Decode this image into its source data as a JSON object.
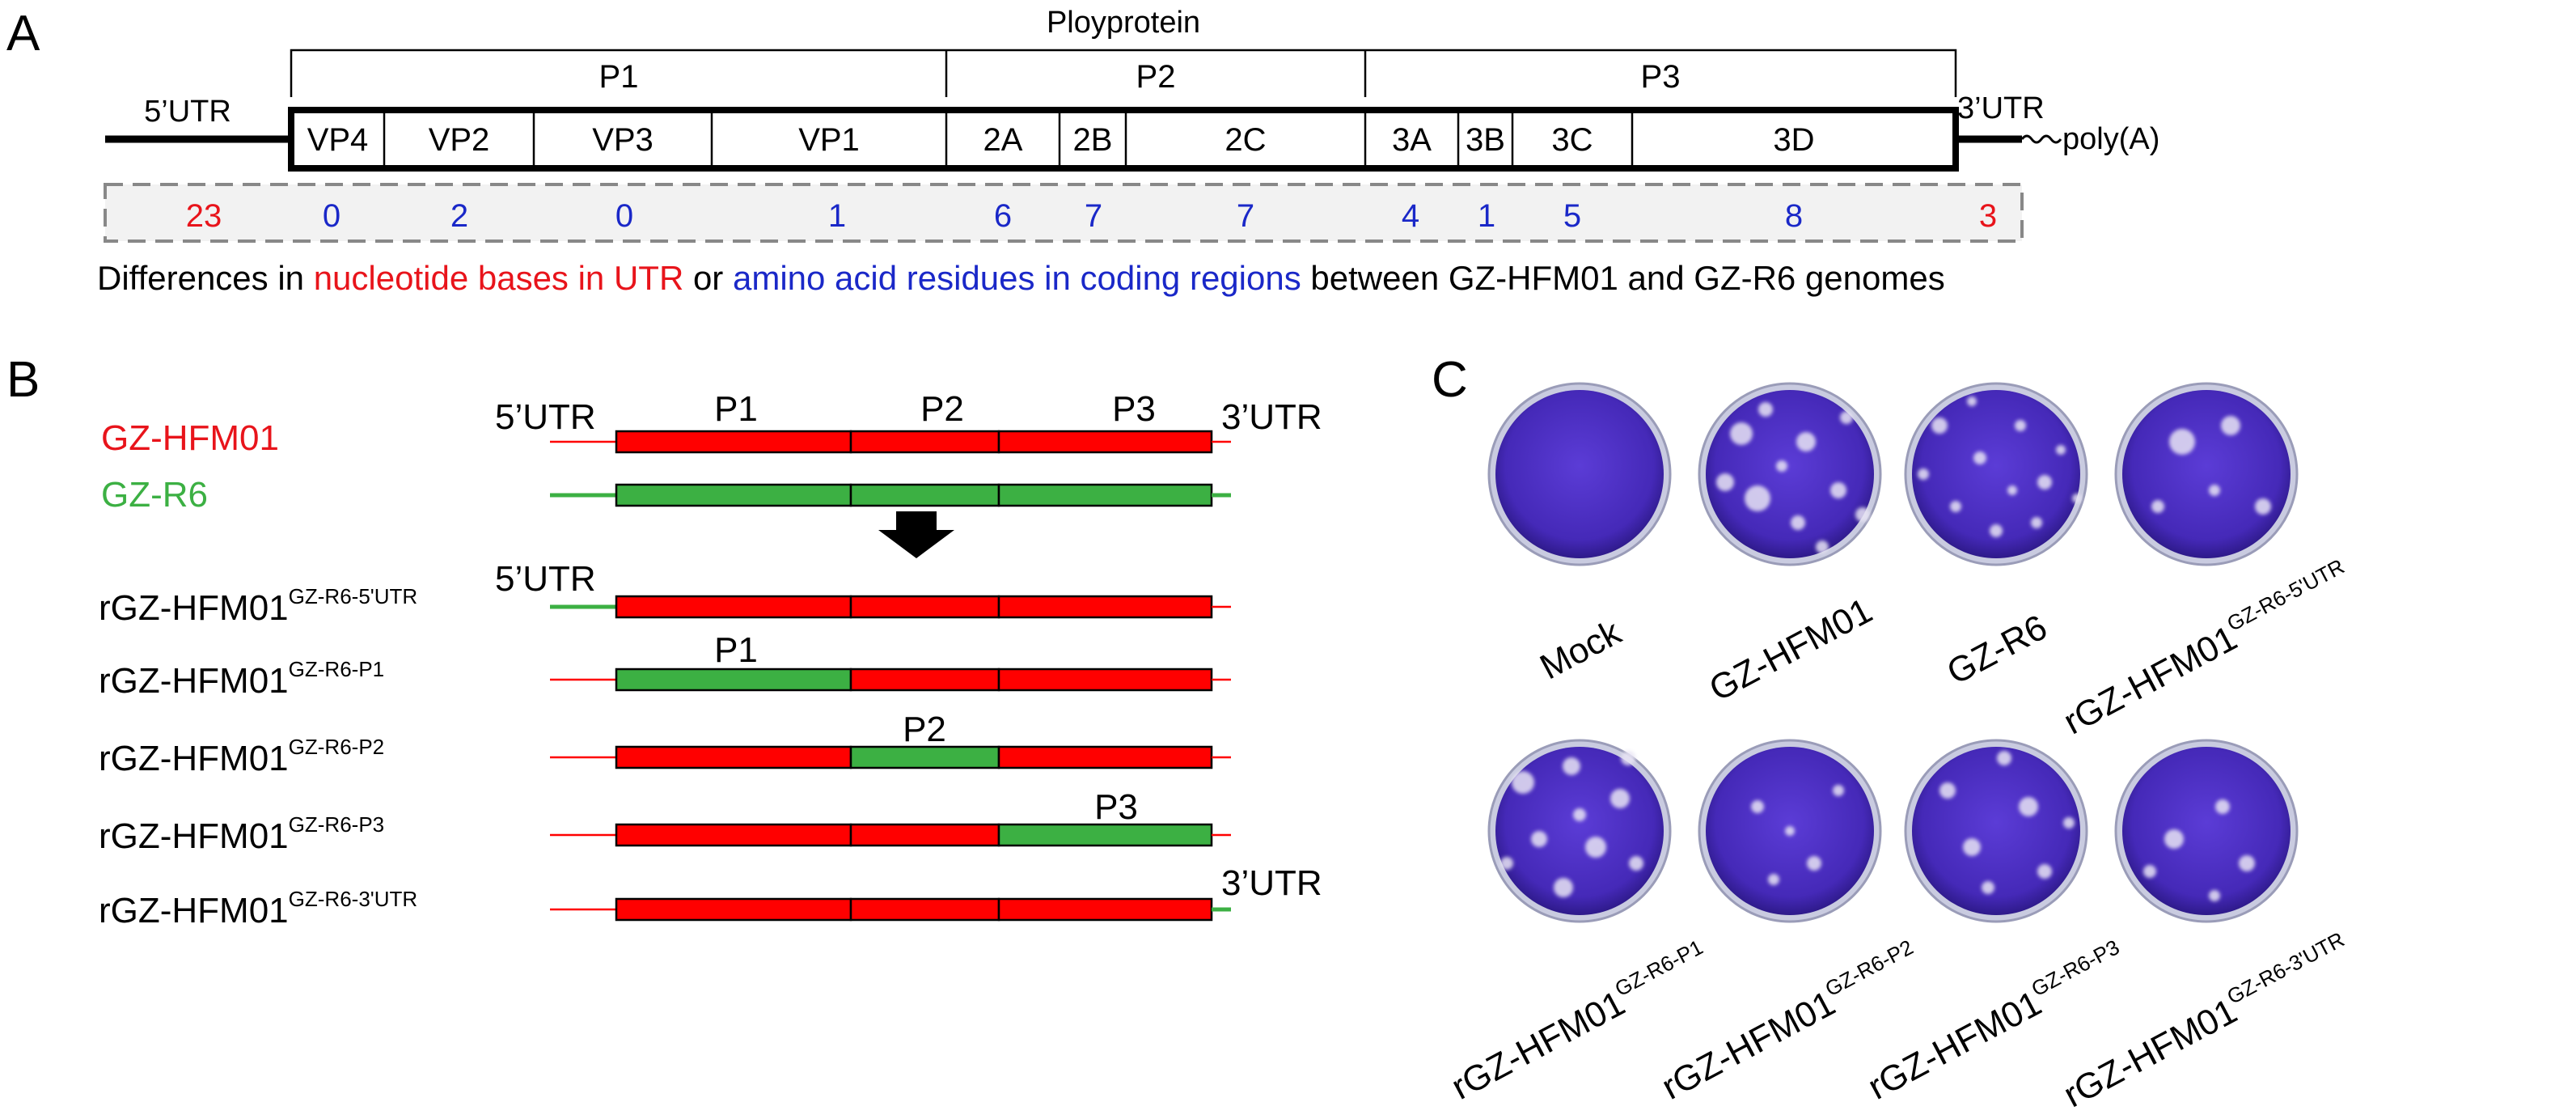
{
  "panel_a": {
    "letter": "A",
    "polyprotein_label": "Ployprotein",
    "utr5_label": "5’UTR",
    "utr3_label": "3’UTR",
    "polya_label": "poly(A)",
    "regions": [
      {
        "label": "P1"
      },
      {
        "label": "P2"
      },
      {
        "label": "P3"
      }
    ],
    "genes": [
      {
        "label": "VP4"
      },
      {
        "label": "VP2"
      },
      {
        "label": "VP3"
      },
      {
        "label": "VP1"
      },
      {
        "label": "2A"
      },
      {
        "label": "2B"
      },
      {
        "label": "2C"
      },
      {
        "label": "3A"
      },
      {
        "label": "3B"
      },
      {
        "label": "3C"
      },
      {
        "label": "3D"
      }
    ],
    "differences": [
      {
        "value": "23",
        "kind": "utr"
      },
      {
        "value": "0",
        "kind": "aa"
      },
      {
        "value": "2",
        "kind": "aa"
      },
      {
        "value": "0",
        "kind": "aa"
      },
      {
        "value": "1",
        "kind": "aa"
      },
      {
        "value": "6",
        "kind": "aa"
      },
      {
        "value": "7",
        "kind": "aa"
      },
      {
        "value": "7",
        "kind": "aa"
      },
      {
        "value": "4",
        "kind": "aa"
      },
      {
        "value": "1",
        "kind": "aa"
      },
      {
        "value": "5",
        "kind": "aa"
      },
      {
        "value": "8",
        "kind": "aa"
      },
      {
        "value": "3",
        "kind": "utr"
      }
    ],
    "caption": {
      "part1": "Differences in ",
      "part2": "nucleotide bases in UTR",
      "part3": " or ",
      "part4": "amino acid residues in coding regions",
      "part5": " between GZ-HFM01 and GZ-R6 genomes"
    }
  },
  "panel_b": {
    "letter": "B",
    "parent_names": {
      "hfm01": "GZ-HFM01",
      "r6": "GZ-R6"
    },
    "header_labels": {
      "utr5": "5’UTR",
      "p1": "P1",
      "p2": "P2",
      "p3": "P3",
      "utr3": "3’UTR"
    },
    "recombinant_base": "rGZ-HFM01",
    "recombinants": [
      {
        "sup": "GZ-R6-5'UTR",
        "swap": "utr5",
        "swap_label": "5’UTR"
      },
      {
        "sup": "GZ-R6-P1",
        "swap": "p1",
        "swap_label": "P1"
      },
      {
        "sup": "GZ-R6-P2",
        "swap": "p2",
        "swap_label": "P2"
      },
      {
        "sup": "GZ-R6-P3",
        "swap": "p3",
        "swap_label": "P3"
      },
      {
        "sup": "GZ-R6-3'UTR",
        "swap": "utr3",
        "swap_label": "3’UTR"
      }
    ]
  },
  "panel_c": {
    "letter": "C",
    "top_plates": [
      {
        "name": "Mock",
        "sup": ""
      },
      {
        "name": "GZ-HFM01",
        "sup": ""
      },
      {
        "name": "GZ-R6",
        "sup": ""
      },
      {
        "name": "rGZ-HFM01",
        "sup": "GZ-R6-5'UTR"
      }
    ],
    "bottom_plates": [
      {
        "name": "rGZ-HFM01",
        "sup": "GZ-R6-P1"
      },
      {
        "name": "rGZ-HFM01",
        "sup": "GZ-R6-P2"
      },
      {
        "name": "rGZ-HFM01",
        "sup": "GZ-R6-P3"
      },
      {
        "name": "rGZ-HFM01",
        "sup": "GZ-R6-3'UTR"
      }
    ]
  },
  "colors": {
    "utr_red": "#e8141b",
    "aa_blue": "#1a28c8",
    "hfm01_red": "#ff0000",
    "r6_green": "#3cb043",
    "plate_purple": "#4a2fc0",
    "plaque_white": "#e8e4f4"
  }
}
